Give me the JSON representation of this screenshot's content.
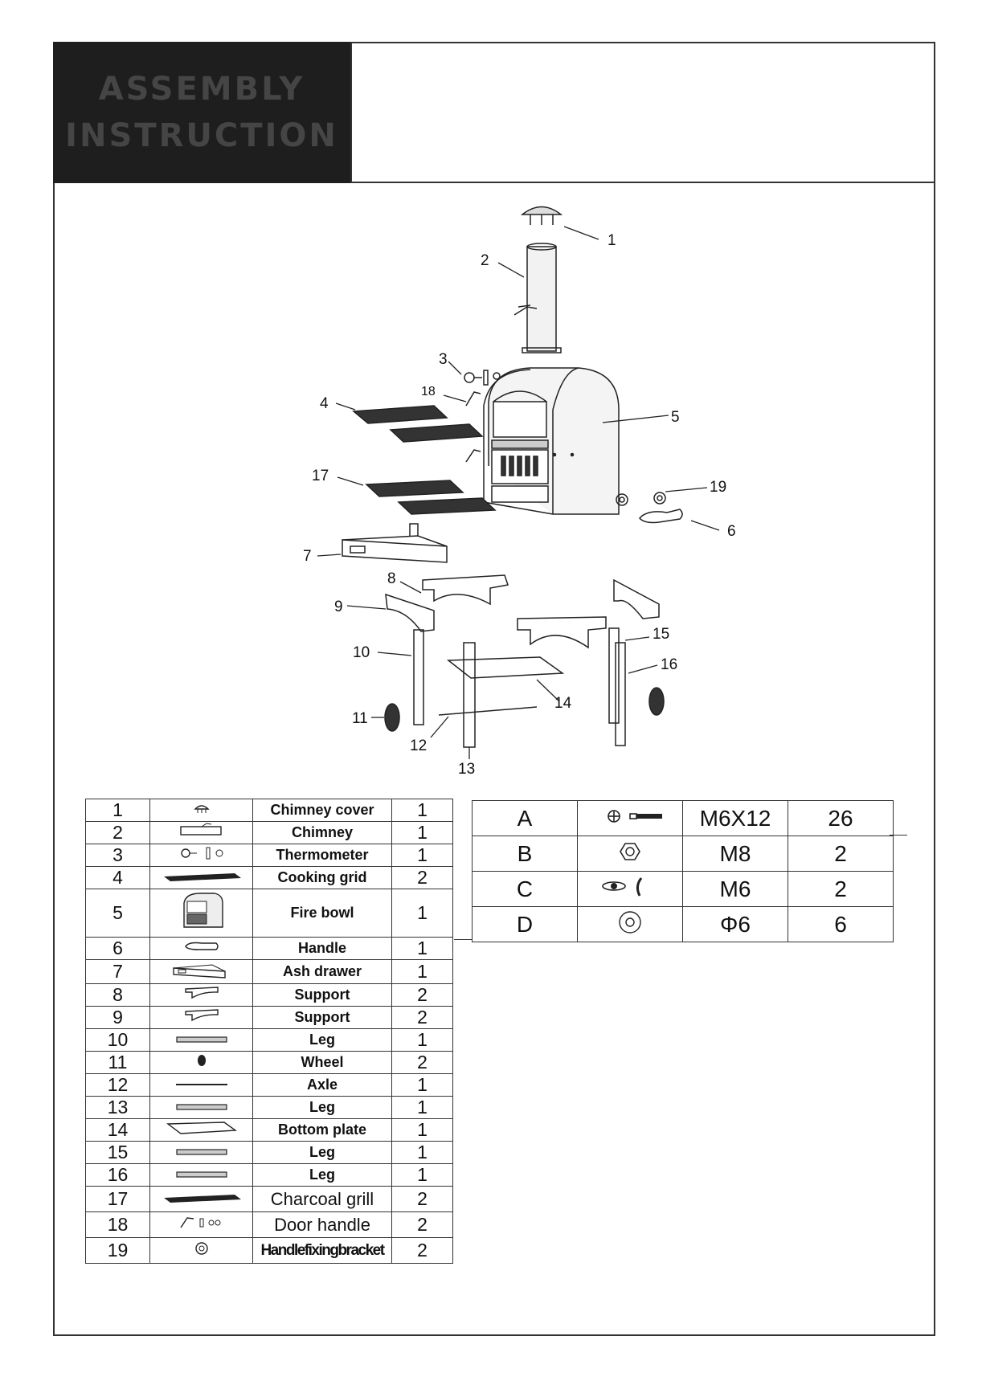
{
  "header": {
    "title_line1": "ASSEMBLY",
    "title_line2": "INSTRUCTION"
  },
  "callouts": [
    "1",
    "2",
    "3",
    "4",
    "5",
    "6",
    "7",
    "8",
    "9",
    "10",
    "11",
    "12",
    "13",
    "14",
    "15",
    "16",
    "17",
    "18",
    "19"
  ],
  "parts": [
    {
      "no": "1",
      "name": "Chimney cover",
      "qty": "1",
      "icon": "chimney-cover-icon"
    },
    {
      "no": "2",
      "name": "Chimney",
      "qty": "1",
      "icon": "chimney-icon"
    },
    {
      "no": "3",
      "name": "Thermometer",
      "qty": "1",
      "icon": "thermometer-icon"
    },
    {
      "no": "4",
      "name": "Cooking grid",
      "qty": "2",
      "icon": "cooking-grid-icon"
    },
    {
      "no": "5",
      "name": "Fire bowl",
      "qty": "1",
      "icon": "fire-bowl-icon"
    },
    {
      "no": "6",
      "name": "Handle",
      "qty": "1",
      "icon": "handle-icon"
    },
    {
      "no": "7",
      "name": "Ash drawer",
      "qty": "1",
      "icon": "ash-drawer-icon"
    },
    {
      "no": "8",
      "name": "Support",
      "qty": "2",
      "icon": "support-icon"
    },
    {
      "no": "9",
      "name": "Support",
      "qty": "2",
      "icon": "support-icon"
    },
    {
      "no": "10",
      "name": "Leg",
      "qty": "1",
      "icon": "leg-icon"
    },
    {
      "no": "11",
      "name": "Wheel",
      "qty": "2",
      "icon": "wheel-icon"
    },
    {
      "no": "12",
      "name": "Axle",
      "qty": "1",
      "icon": "axle-icon"
    },
    {
      "no": "13",
      "name": "Leg",
      "qty": "1",
      "icon": "leg-icon"
    },
    {
      "no": "14",
      "name": "Bottom plate",
      "qty": "1",
      "icon": "bottom-plate-icon"
    },
    {
      "no": "15",
      "name": "Leg",
      "qty": "1",
      "icon": "leg-icon"
    },
    {
      "no": "16",
      "name": "Leg",
      "qty": "1",
      "icon": "leg-icon"
    },
    {
      "no": "17",
      "name": "Charcoal grill",
      "qty": "2",
      "icon": "charcoal-grill-icon"
    },
    {
      "no": "18",
      "name": "Door handle",
      "qty": "2",
      "icon": "door-handle-icon"
    },
    {
      "no": "19",
      "name": "Handlefixingbracket",
      "qty": "2",
      "icon": "washer-icon"
    }
  ],
  "hardware": [
    {
      "letter": "A",
      "spec": "M6X12",
      "count": "26",
      "icon": "screw-icon"
    },
    {
      "letter": "B",
      "spec": "M8",
      "count": "2",
      "icon": "nut-icon"
    },
    {
      "letter": "C",
      "spec": "M6",
      "count": "2",
      "icon": "wing-nut-icon"
    },
    {
      "letter": "D",
      "spec": "Φ6",
      "count": "6",
      "icon": "washer-icon"
    }
  ]
}
